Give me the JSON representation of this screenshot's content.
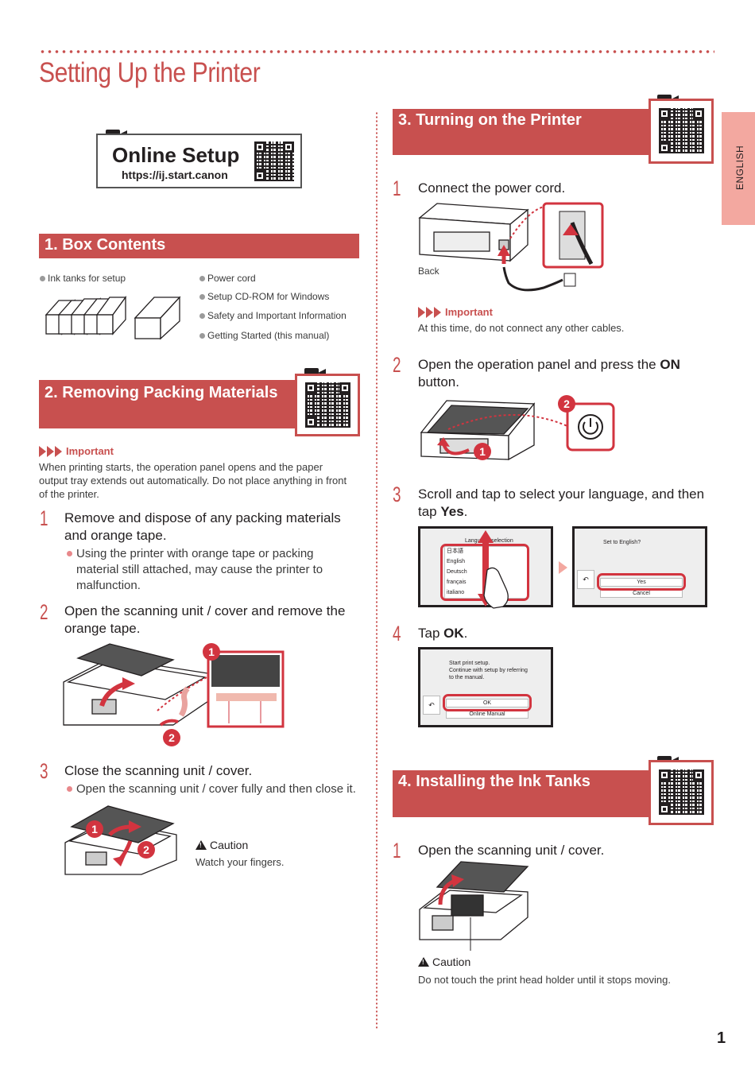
{
  "page": {
    "title": "Setting Up the Printer",
    "language_tab": "ENGLISH",
    "page_number": "1"
  },
  "online_setup": {
    "title": "Online Setup",
    "url": "https://ij.start.canon"
  },
  "box_contents": {
    "header": "1. Box Contents",
    "items": [
      "Ink tanks for setup",
      "Power cord",
      "Setup CD-ROM for Windows",
      "Safety and Important Information",
      "Getting Started (this manual)"
    ]
  },
  "removing_packing": {
    "header": "2. Removing Packing Materials",
    "important_label": "Important",
    "important_text": "When printing starts, the operation panel opens and the paper output tray extends out automatically. Do not place anything in front of the printer.",
    "steps": [
      {
        "num": "1",
        "text": "Remove and dispose of any packing materials and orange tape.",
        "bullet": "Using the printer with orange tape or packing material still attached, may cause the printer to malfunction."
      },
      {
        "num": "2",
        "text": "Open the scanning unit / cover and remove the orange tape."
      },
      {
        "num": "3",
        "text": "Close the scanning unit / cover.",
        "bullet": "Open the scanning unit / cover fully and then close it."
      }
    ],
    "caution_label": "Caution",
    "caution_text": "Watch your fingers."
  },
  "turning_on": {
    "header": "3. Turning on the Printer",
    "steps": [
      {
        "num": "1",
        "text": "Connect the power cord."
      },
      {
        "num": "2",
        "text_before": "Open the operation panel and press the ",
        "text_bold": "ON",
        "text_after": "button."
      },
      {
        "num": "3",
        "text_before": "Scroll and tap to select your language, and then tap ",
        "text_bold": "Yes",
        "text_after": "."
      },
      {
        "num": "4",
        "text_before": "Tap ",
        "text_bold": "OK",
        "text_after": "."
      }
    ],
    "back_label": "Back",
    "important_label": "Important",
    "important_text": "At this time, do not connect any other cables.",
    "lang_screen": {
      "title": "Language selection",
      "options": [
        "日本語",
        "English",
        "Deutsch",
        "français",
        "italiano"
      ]
    },
    "confirm_screen": {
      "prompt": "Set to English?",
      "yes": "Yes",
      "cancel": "Cancel"
    },
    "ok_screen": {
      "line1": "Start print setup.",
      "line2": "Continue with setup by referring",
      "line3": "to the manual.",
      "ok": "OK",
      "manual": "Online Manual"
    }
  },
  "installing_ink": {
    "header": "4. Installing the Ink Tanks",
    "steps": [
      {
        "num": "1",
        "text": "Open the scanning unit / cover."
      }
    ],
    "caution_label": "Caution",
    "caution_text": "Do not touch the print head holder until it stops moving."
  },
  "colors": {
    "accent": "#c8504f",
    "lang_tab": "#f3a8a0",
    "highlight": "#d2343f"
  }
}
